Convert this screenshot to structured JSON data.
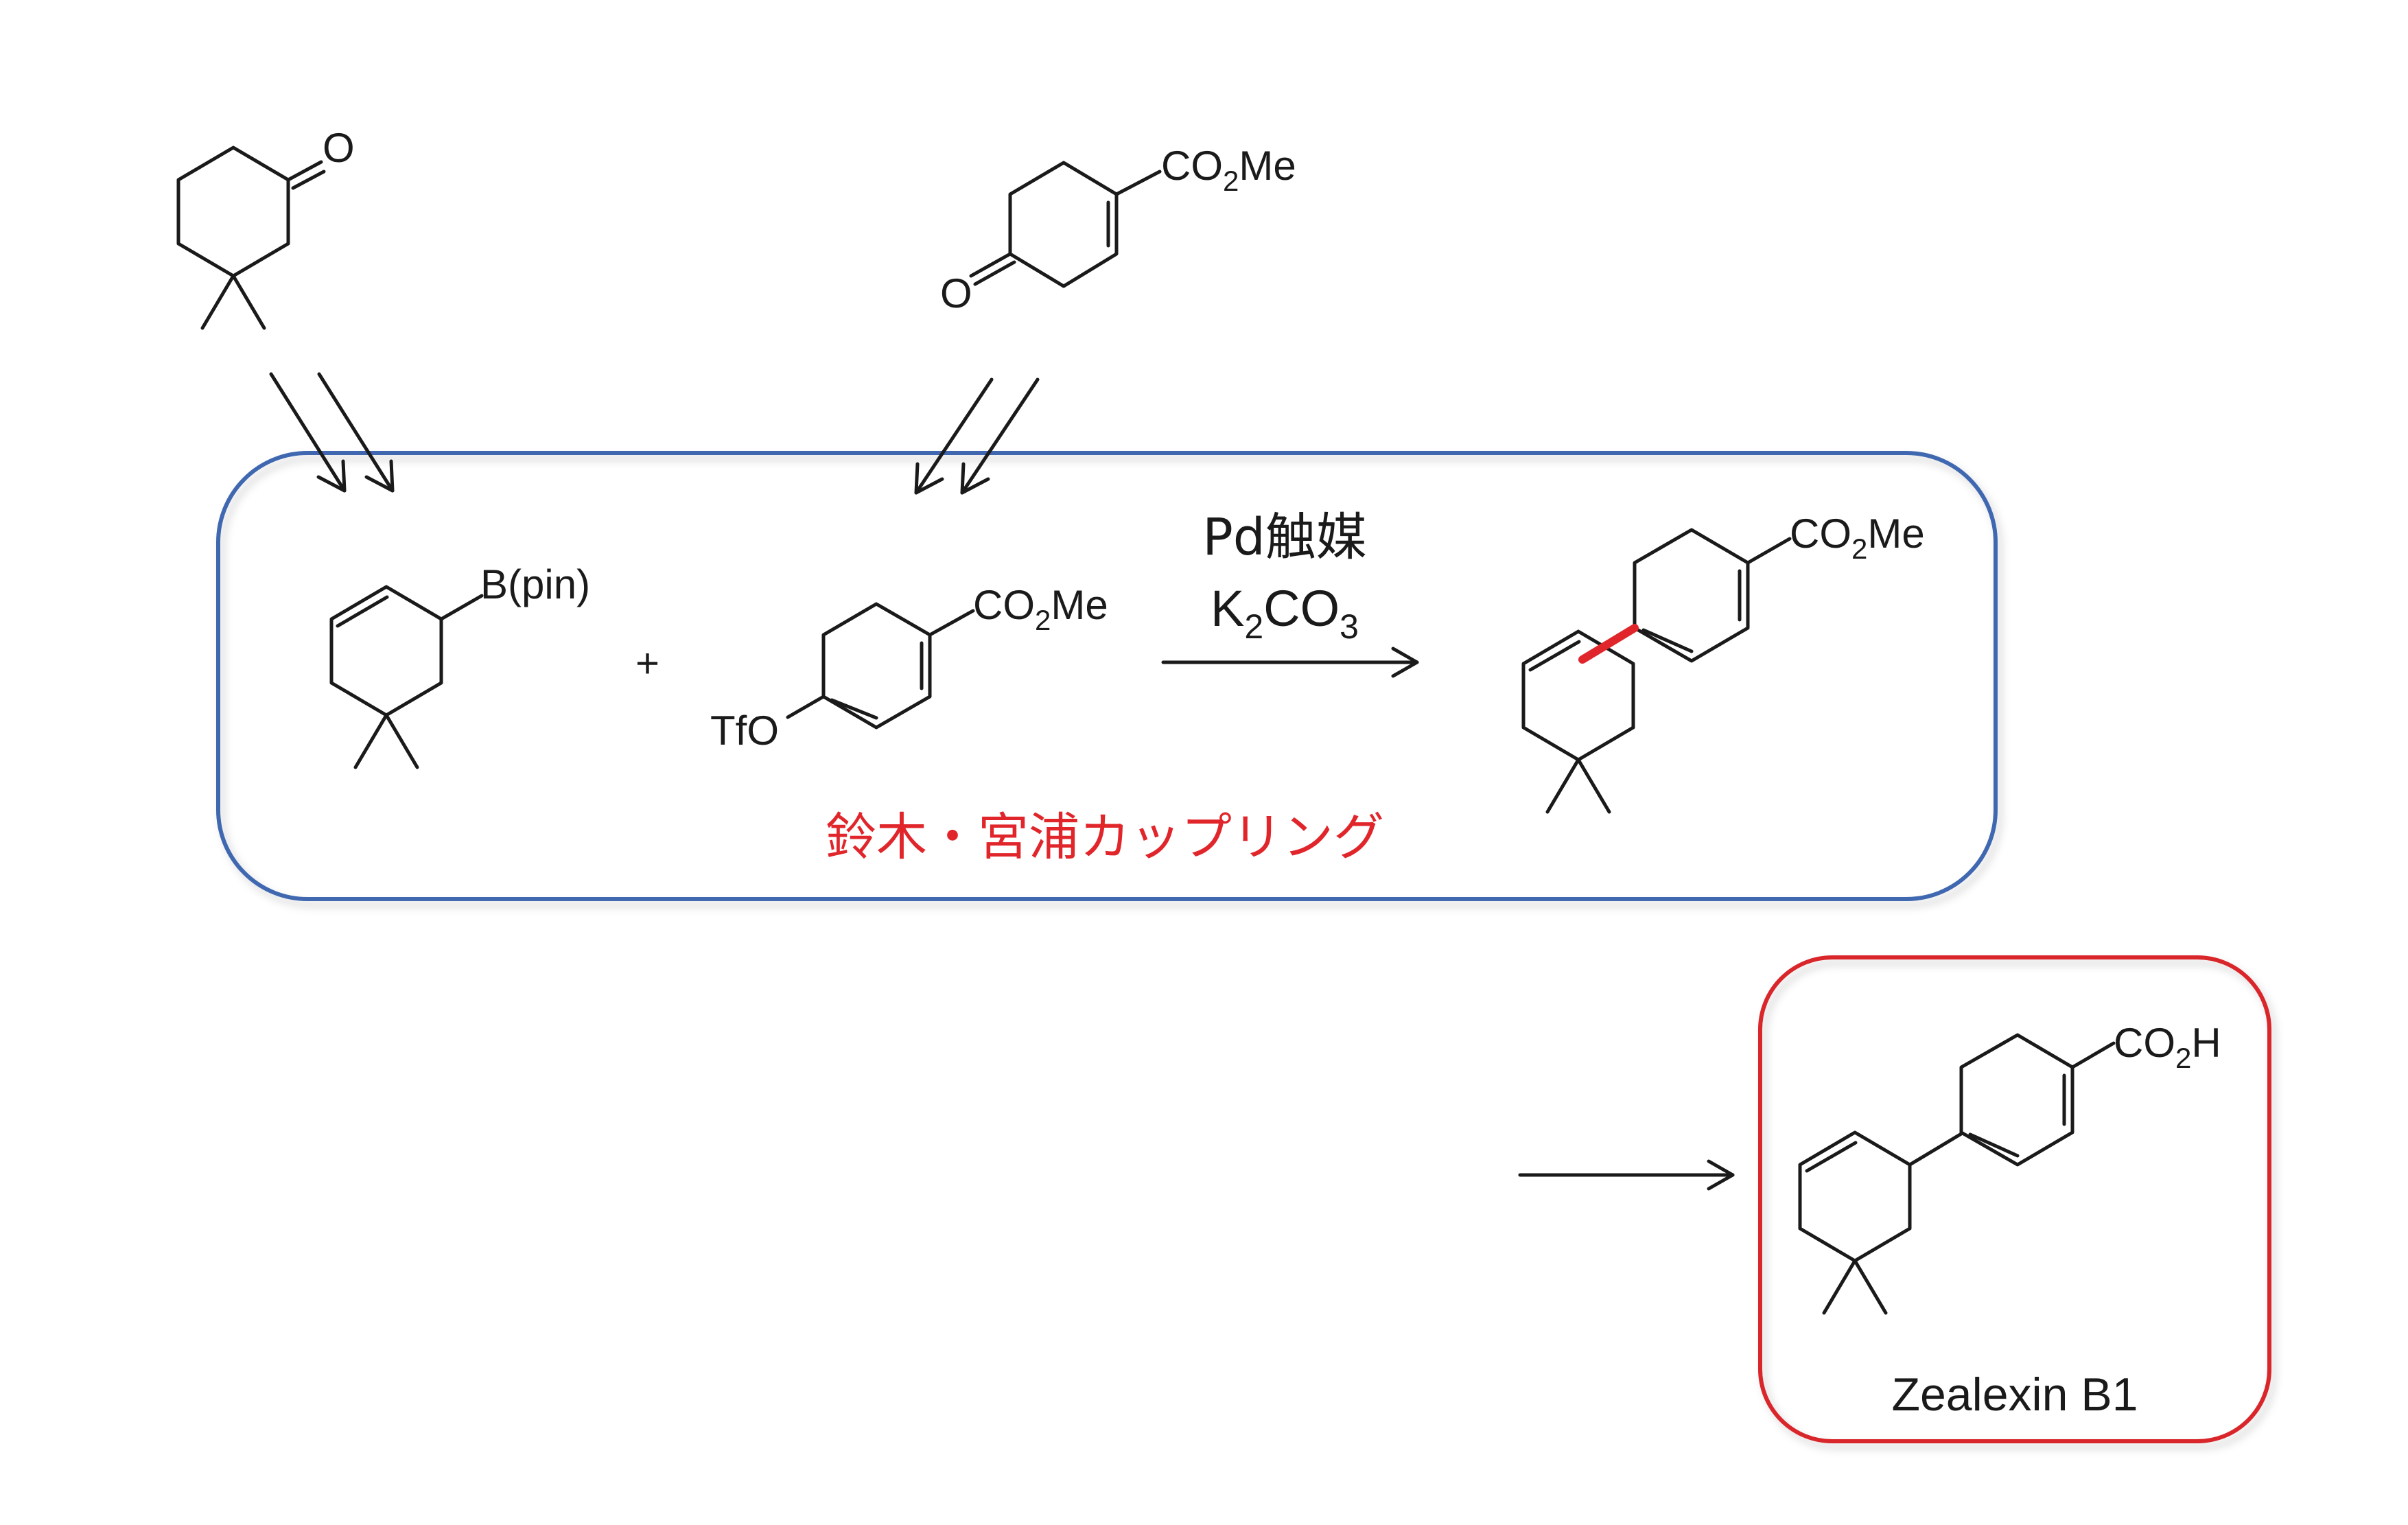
{
  "labels": {
    "ketone_o": "O",
    "enone_ester": "CO",
    "enone_ester_sub": "2",
    "enone_ester_tail": "Me",
    "enone_o": "O",
    "boronate_label": "B(pin)",
    "plus": "+",
    "triflate_ester": "CO",
    "triflate_ester_sub": "2",
    "triflate_ester_tail": "Me",
    "triflate_label": "TfO",
    "reagent_catalyst": "Pd触媒",
    "reagent_base_main": "K",
    "reagent_base_sub1": "2",
    "reagent_base_mid": "CO",
    "reagent_base_sub2": "3",
    "coupled_ester": "CO",
    "coupled_ester_sub": "2",
    "coupled_ester_tail": "Me",
    "reaction_name": "鈴木・宮浦カップリング",
    "product_acid": "CO",
    "product_acid_sub": "2",
    "product_acid_tail": "H",
    "product_name": "Zealexin B1"
  },
  "colors": {
    "bond": "#1a1a1a",
    "coupling_box": "#3f68b0",
    "product_box": "#d9252b",
    "new_bond": "#e0262b",
    "reaction_name": "#e0262b"
  }
}
